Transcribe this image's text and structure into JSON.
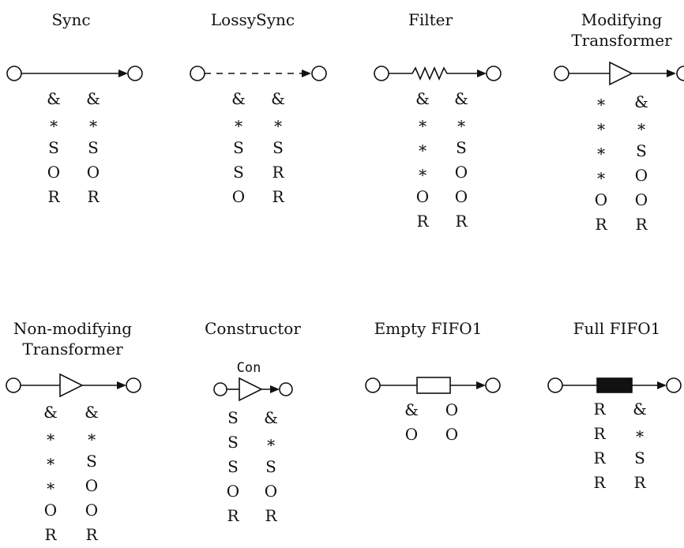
{
  "channels": [
    {
      "id": "sync",
      "title": [
        "Sync"
      ],
      "kind": "sync",
      "left": [
        "&",
        "∗",
        "S",
        "O",
        "R"
      ],
      "right": [
        "&",
        "∗",
        "S",
        "O",
        "R"
      ]
    },
    {
      "id": "lossysync",
      "title": [
        "LossySync"
      ],
      "kind": "lossy",
      "left": [
        "&",
        "∗",
        "S",
        "S",
        "O"
      ],
      "right": [
        "&",
        "∗",
        "S",
        "R",
        "R"
      ]
    },
    {
      "id": "filter",
      "title": [
        "Filter"
      ],
      "kind": "filter",
      "left": [
        "&",
        "∗",
        "∗",
        "∗",
        "O",
        "R"
      ],
      "right": [
        "&",
        "∗",
        "S",
        "O",
        "O",
        "R"
      ]
    },
    {
      "id": "modifying-transformer",
      "title": [
        "Modifying",
        "Transformer"
      ],
      "kind": "transformer",
      "left": [
        "∗",
        "∗",
        "∗",
        "∗",
        "O",
        "R"
      ],
      "right": [
        "&",
        "∗",
        "S",
        "O",
        "O",
        "R"
      ]
    },
    {
      "id": "non-modifying-transformer",
      "title": [
        "Non-modifying",
        "Transformer"
      ],
      "kind": "transformer",
      "left": [
        "&",
        "∗",
        "∗",
        "∗",
        "O",
        "R"
      ],
      "right": [
        "&",
        "∗",
        "S",
        "O",
        "O",
        "R"
      ]
    },
    {
      "id": "constructor",
      "title": [
        "Constructor"
      ],
      "kind": "constructor",
      "label": "Con",
      "left": [
        "S",
        "S",
        "S",
        "O",
        "R"
      ],
      "right": [
        "&",
        "∗",
        "S",
        "O",
        "R"
      ]
    },
    {
      "id": "empty-fifo1",
      "title": [
        "Empty FIFO1"
      ],
      "kind": "fifo-empty",
      "left": [
        "&",
        "O"
      ],
      "right": [
        "O",
        "O"
      ]
    },
    {
      "id": "full-fifo1",
      "title": [
        "Full FIFO1"
      ],
      "kind": "fifo-full",
      "left": [
        "R",
        "R",
        "R",
        "R"
      ],
      "right": [
        "&",
        "∗",
        "S",
        "R"
      ]
    }
  ]
}
